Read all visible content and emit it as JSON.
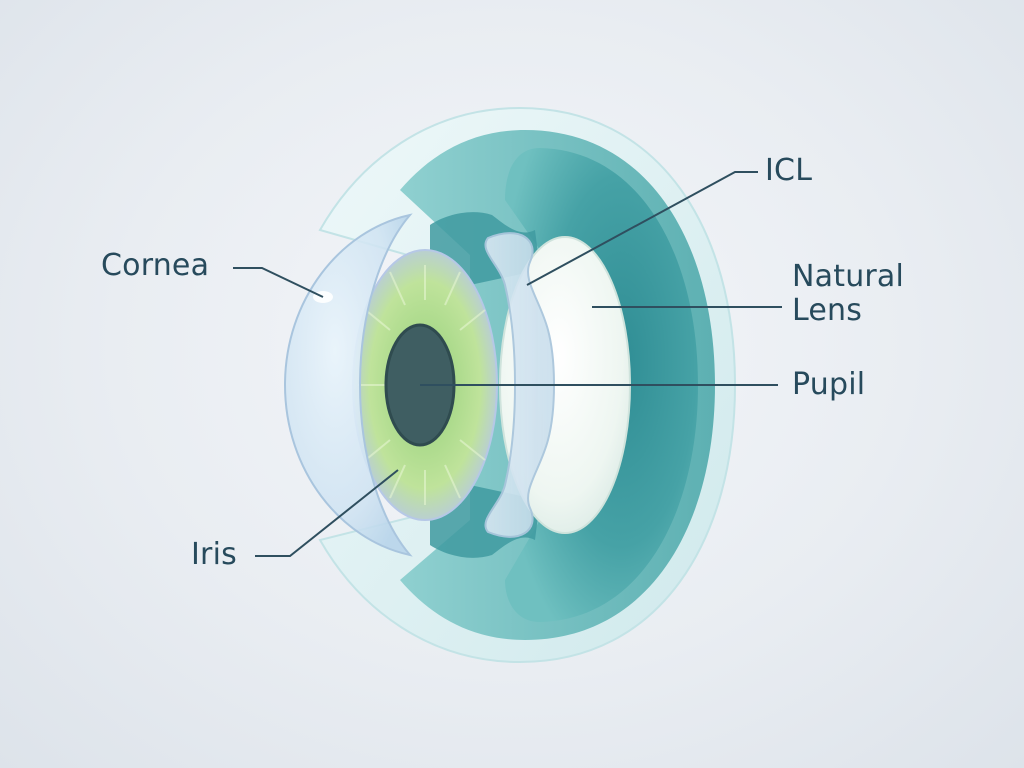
{
  "labels": {
    "cornea": "Cornea",
    "iris": "Iris",
    "icl": "ICL",
    "natural_lens": "Natural\nLens",
    "pupil": "Pupil"
  },
  "colors": {
    "label_text": "#274a5c",
    "leader_line": "#2f4f5f",
    "globe_teal": "#5fb3b3",
    "globe_shell": "#d7eef0",
    "iris_green": "#a9d98a",
    "pupil": "#3f5e62",
    "lens": "#eef6f1",
    "background": "#e9edf2"
  }
}
